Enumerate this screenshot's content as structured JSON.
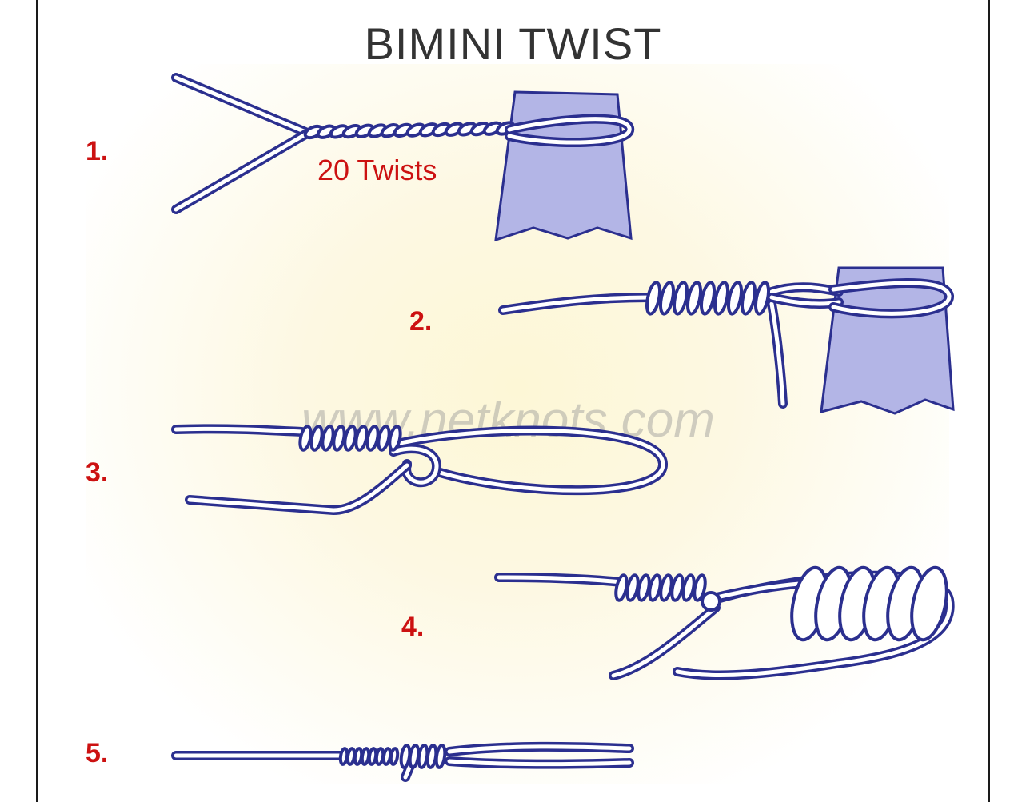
{
  "title": "BIMINI TWIST",
  "steps": [
    "1.",
    "2.",
    "3.",
    "4.",
    "5."
  ],
  "twists_label": "20 Twists",
  "watermark": "www.netknots.com",
  "colors": {
    "line_outer": "#2b2f8f",
    "line_inner": "#ffffff",
    "post_fill": "#b3b5e6",
    "step_number": "#cc1111",
    "title": "#333333"
  }
}
